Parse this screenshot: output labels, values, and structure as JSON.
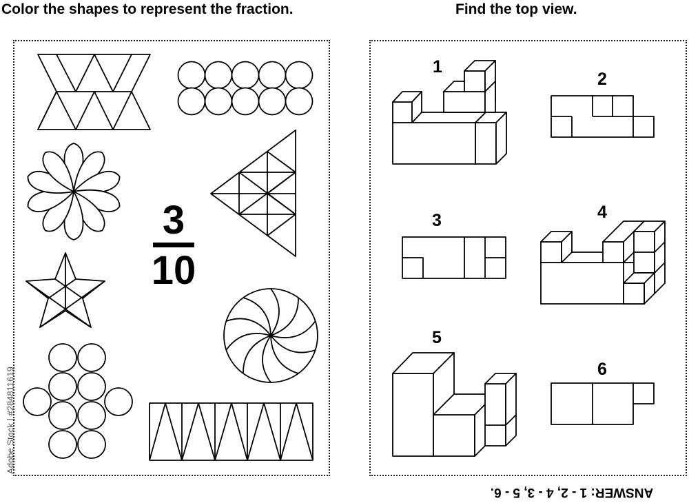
{
  "left_title": "Color the shapes to represent the fraction.",
  "right_title": "Find the top view.",
  "fraction": {
    "numerator": "3",
    "denominator": "10"
  },
  "views": {
    "v1": "1",
    "v2": "2",
    "v3": "3",
    "v4": "4",
    "v5": "5",
    "v6": "6"
  },
  "answer": "ANSWER: 1 - 2, 4 - 3, 5 - 6.",
  "stock_id": "Adobe Stock | #284811619"
}
